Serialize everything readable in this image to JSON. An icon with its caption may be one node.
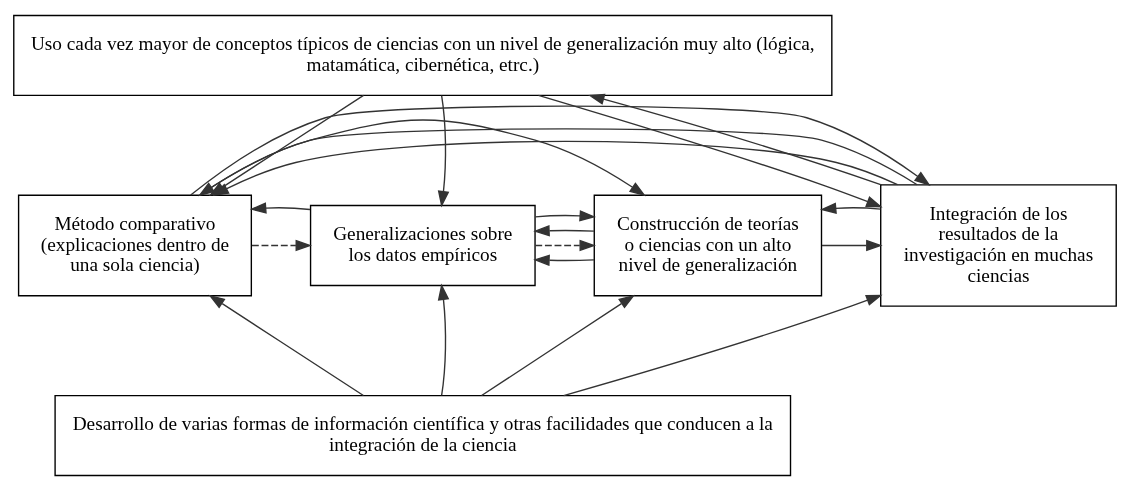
{
  "diagram": {
    "nodes": [
      {
        "text": [
          "Uso cada vez mayor de conceptos típicos de ciencias con un nivel de generalización muy alto (lógica, matamática, cibernética, etrc.)"
        ]
      },
      {
        "text": [
          "Método comparativo (explicaciones dentro de una sola ciencia)"
        ]
      },
      {
        "text": [
          "Generalizaciones sobre los datos empíricos"
        ]
      },
      {
        "text": [
          "Construcción de teorías o ciencias con un alto nivel de generalización"
        ]
      },
      {
        "text": [
          "Integración de los resultados de la investigación en muchas ciencias"
        ]
      },
      {
        "text": [
          "Desarrollo de varias formas de información científica y otras facilidades que conducen a la integración de la ciencia"
        ]
      }
    ],
    "edges": [
      {
        "from": 0,
        "to": 1,
        "arrow": "to"
      },
      {
        "from": 0,
        "to": 2,
        "arrow": "to"
      },
      {
        "from": 0,
        "to": 4,
        "arrow": "to"
      },
      {
        "from": 4,
        "to": 0,
        "arrow": "to"
      },
      {
        "from": 4,
        "to": 1,
        "arrow": "to"
      },
      {
        "from": 4,
        "to": 1,
        "arrow": "to"
      },
      {
        "from": 3,
        "to": 2,
        "arrow": "to"
      },
      {
        "from": 1,
        "to": 2,
        "arrow": "to",
        "style": "dashed"
      },
      {
        "from": 2,
        "to": 1,
        "arrow": "to"
      },
      {
        "from": 2,
        "to": 3,
        "arrow": "to",
        "style": "dashed"
      },
      {
        "from": 3,
        "to": 2,
        "arrow": "to"
      },
      {
        "from": 3,
        "to": 4,
        "arrow": "to"
      },
      {
        "from": 4,
        "to": 3,
        "arrow": "to"
      },
      {
        "from": 2,
        "to": 3,
        "arrow": "to"
      },
      {
        "from": 1,
        "to": 3,
        "arrow": "to"
      },
      {
        "from": 1,
        "to": 4,
        "arrow": "to"
      },
      {
        "from": 5,
        "to": 1,
        "arrow": "to"
      },
      {
        "from": 5,
        "to": 2,
        "arrow": "to"
      },
      {
        "from": 5,
        "to": 3,
        "arrow": "to"
      },
      {
        "from": 5,
        "to": 4,
        "arrow": "to"
      }
    ]
  }
}
